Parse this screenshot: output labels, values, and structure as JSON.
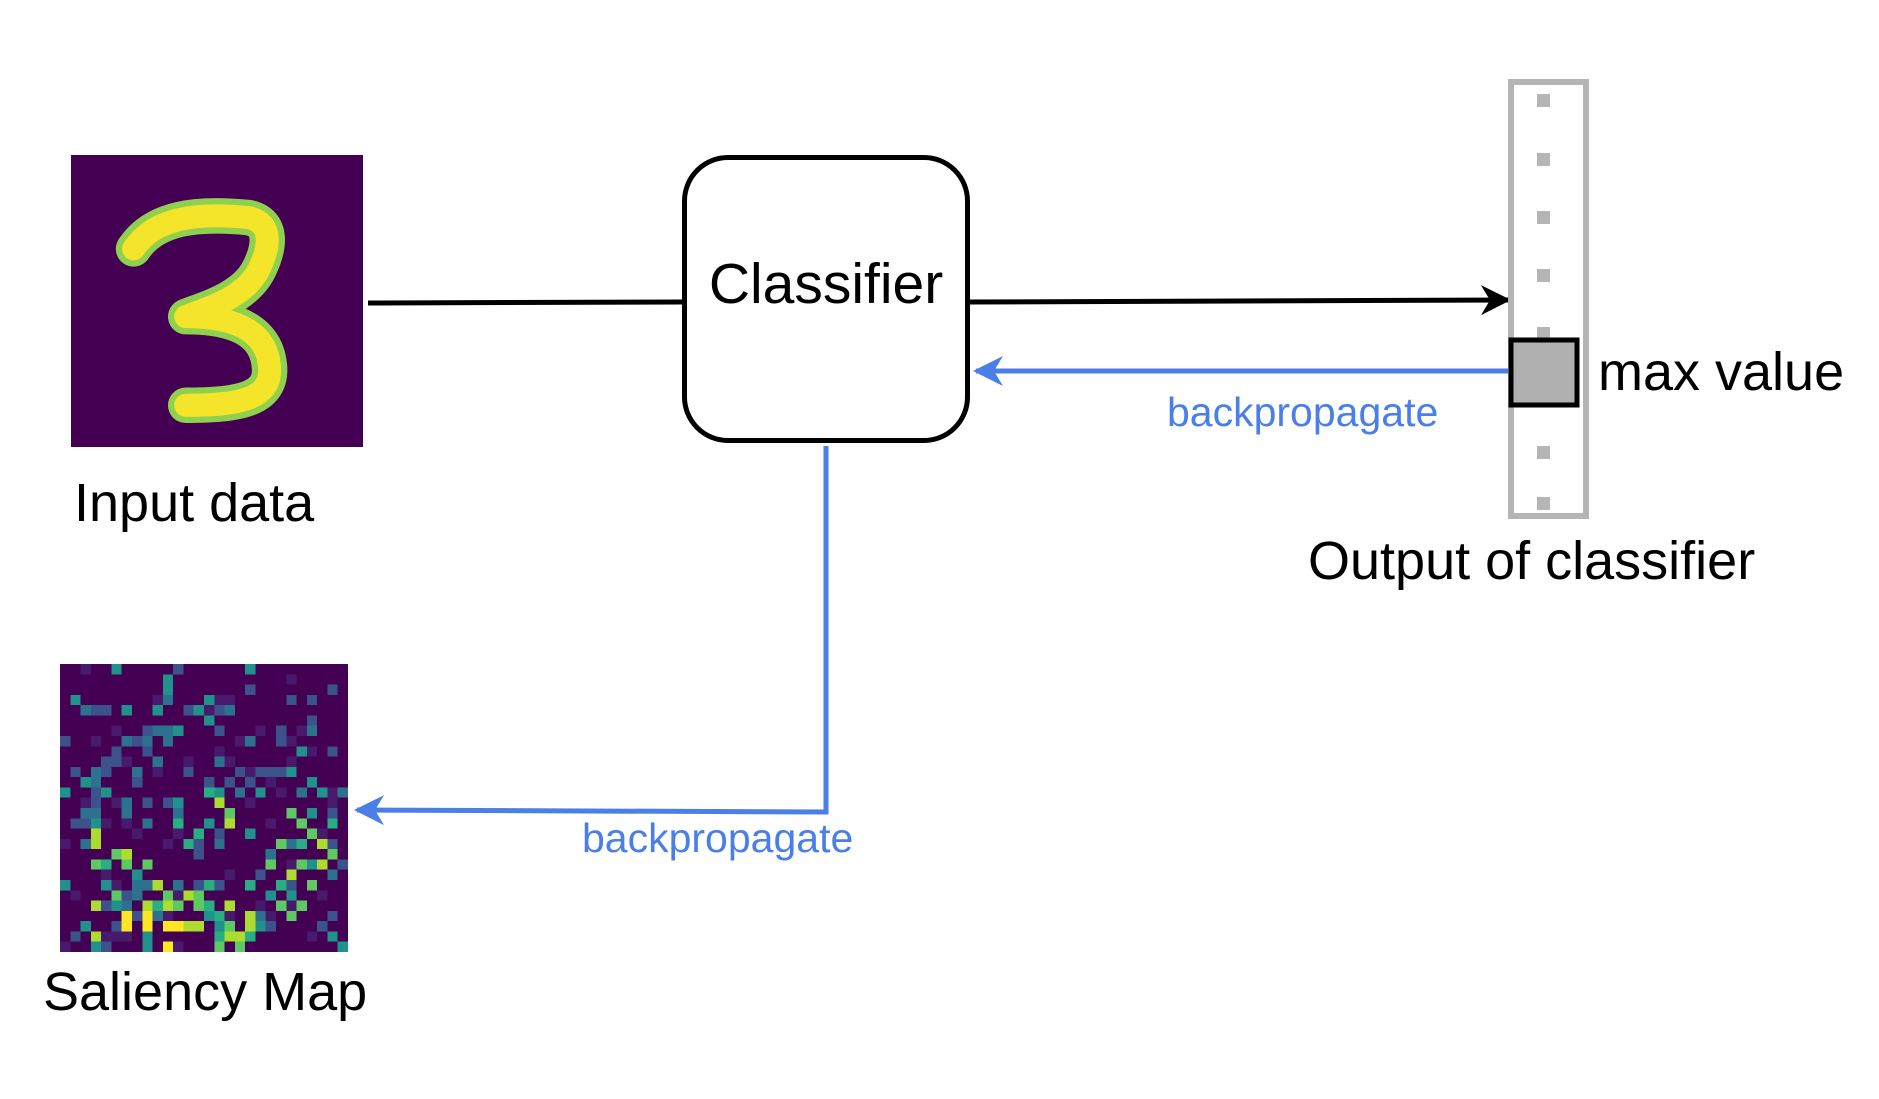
{
  "diagram": {
    "input_label": "Input data",
    "classifier_label": "Classifier",
    "max_value_label": "max value",
    "output_label": "Output of classifier",
    "saliency_label": "Saliency Map",
    "backprop_label_top": "backpropagate",
    "backprop_label_bottom": "backpropagate"
  },
  "colors": {
    "image_background": "#440154",
    "digit_fill": "#f5e52a",
    "digit_edge": "#8fd14f",
    "arrow_black": "#000000",
    "arrow_blue": "#4a7ee8",
    "output_vector_border": "#b5b5b5",
    "max_cell_fill": "#b0b0b0"
  },
  "icons": {
    "input": "digit-3-image",
    "saliency": "saliency-heatmap-image"
  }
}
